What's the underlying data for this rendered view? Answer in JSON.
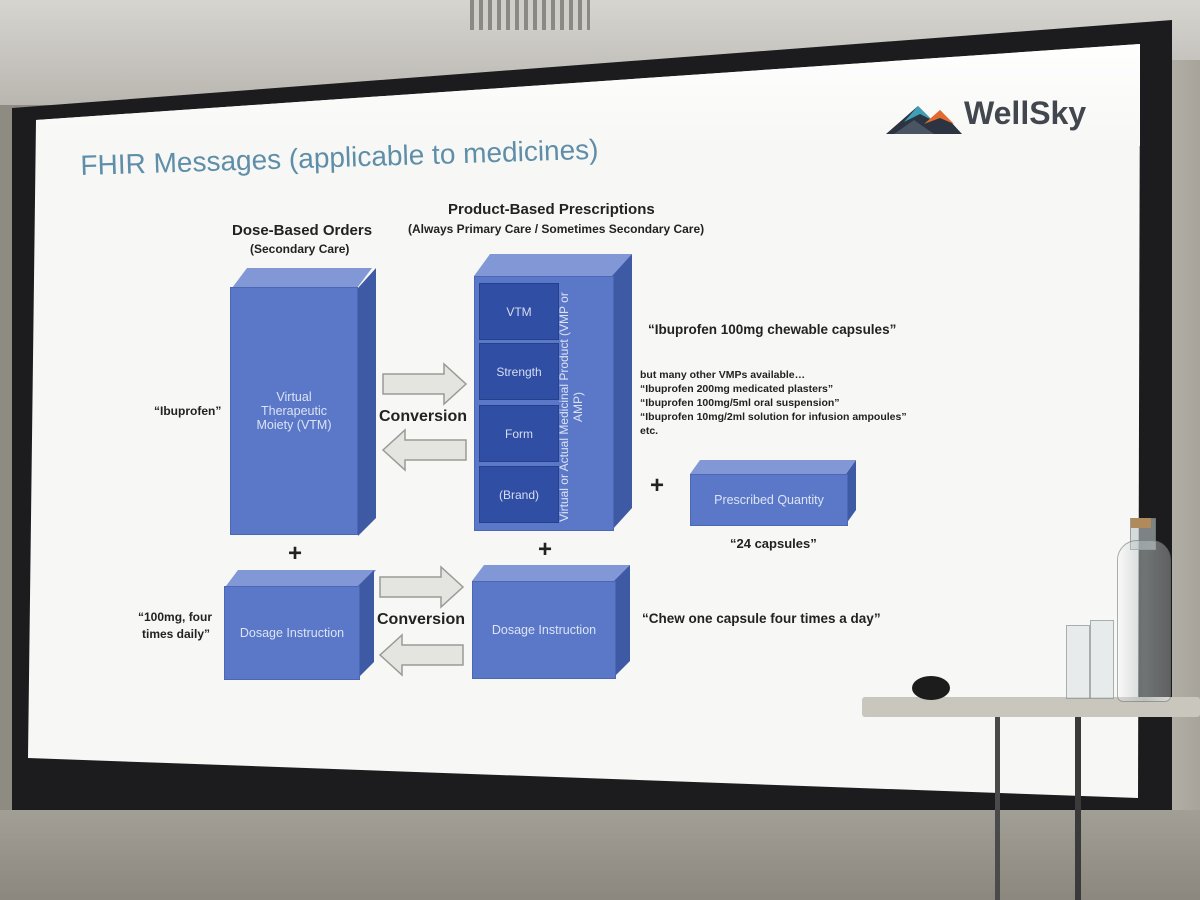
{
  "slide": {
    "title": "FHIR Messages (applicable to medicines)",
    "logo_text": "WellSky"
  },
  "columns": {
    "left_header": "Dose-Based Orders",
    "left_sub": "(Secondary Care)",
    "right_header": "Product-Based Prescriptions",
    "right_sub": "(Always Primary Care  / Sometimes Secondary Care)"
  },
  "boxes": {
    "vtm_box": "Virtual Therapeutic Moiety (VTM)",
    "dosage_left": "Dosage Instruction",
    "dosage_right": "Dosage Instruction",
    "product_vertical": "Virtual or Actual Medicinal Product (VMP or AMP)",
    "prescribed_quantity": "Prescribed Quantity",
    "product_parts": [
      "VTM",
      "Strength",
      "Form",
      "(Brand)"
    ]
  },
  "labels": {
    "conversion_top": "Conversion",
    "conversion_bottom": "Conversion",
    "plus_symbols": [
      "+",
      "+",
      "+"
    ]
  },
  "quotes": {
    "ibuprofen": "“Ibuprofen”",
    "dose_line1": "“100mg, four",
    "dose_line2": "times daily”",
    "chewable": "“Ibuprofen 100mg chewable capsules”",
    "other_vmps": [
      "but many other VMPs available…",
      "“Ibuprofen 200mg medicated plasters”",
      "“Ibuprofen 100mg/5ml oral suspension”",
      "“Ibuprofen 10mg/2ml solution for infusion ampoules”",
      "etc."
    ],
    "capsules": "“24 capsules”",
    "chew": "“Chew one capsule four times a day”"
  },
  "colors": {
    "box_fill": "#5b78c8",
    "inner_box_fill": "#2f4ea4",
    "title_color": "#5e8ea8"
  }
}
